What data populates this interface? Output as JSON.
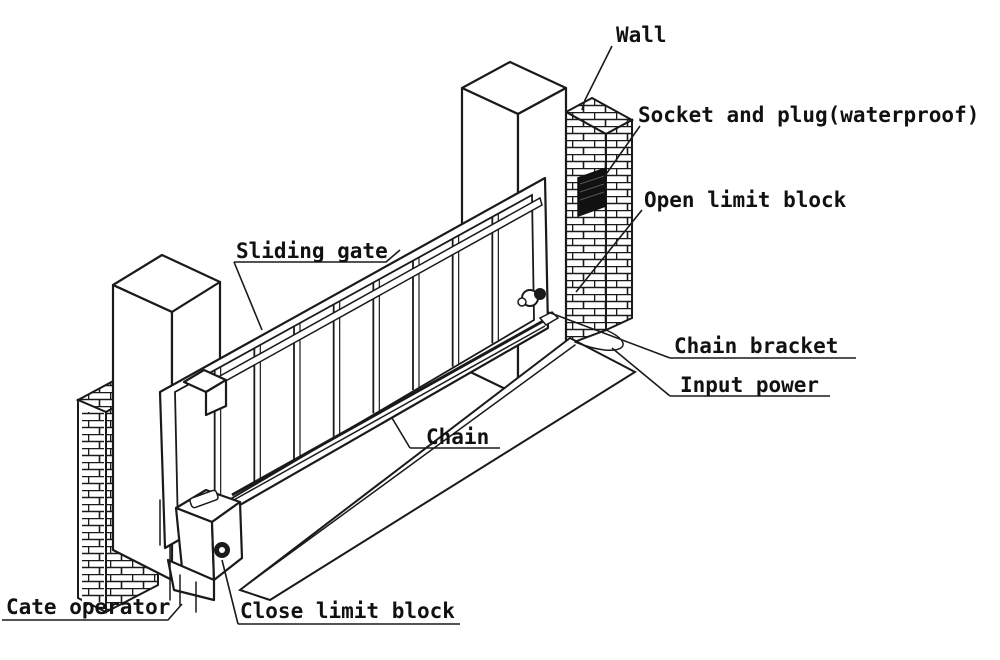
{
  "labels": {
    "wall": "Wall",
    "socket": "Socket and plug(waterproof)",
    "open_limit": "Open limit block",
    "sliding_gate": "Sliding gate",
    "chain_bracket": "Chain bracket",
    "input_power": "Input power",
    "chain": "Chain",
    "gate_operator": "Cate operator",
    "close_limit": "Close limit block"
  }
}
